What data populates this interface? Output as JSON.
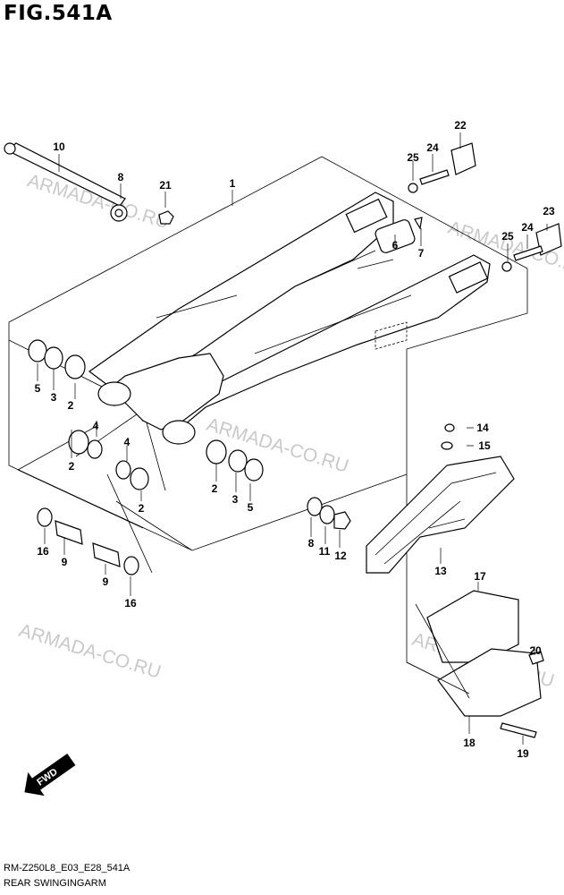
{
  "header": {
    "title": "FIG.541A"
  },
  "footer": {
    "code": "RM-Z250L8_E03_E28_541A",
    "caption": "REAR SWINGINGARM"
  },
  "watermark": {
    "text": "ARMADA-CO.RU"
  },
  "fwd_label": "FWD",
  "callouts": {
    "c1": "1",
    "c2a": "2",
    "c2b": "2",
    "c2c": "2",
    "c2d": "2",
    "c3a": "3",
    "c3b": "3",
    "c4": "4",
    "c4b": "4",
    "c5a": "5",
    "c5b": "5",
    "c6": "6",
    "c7": "7",
    "c8a": "8",
    "c8b": "8",
    "c9a": "9",
    "c9b": "9",
    "c10": "10",
    "c11": "11",
    "c12": "12",
    "c13": "13",
    "c14": "14",
    "c15": "15",
    "c16a": "16",
    "c16b": "16",
    "c17": "17",
    "c18": "18",
    "c19": "19",
    "c20": "20",
    "c21": "21",
    "c22": "22",
    "c23": "23",
    "c24a": "24",
    "c24b": "24",
    "c25a": "25",
    "c25b": "25"
  }
}
